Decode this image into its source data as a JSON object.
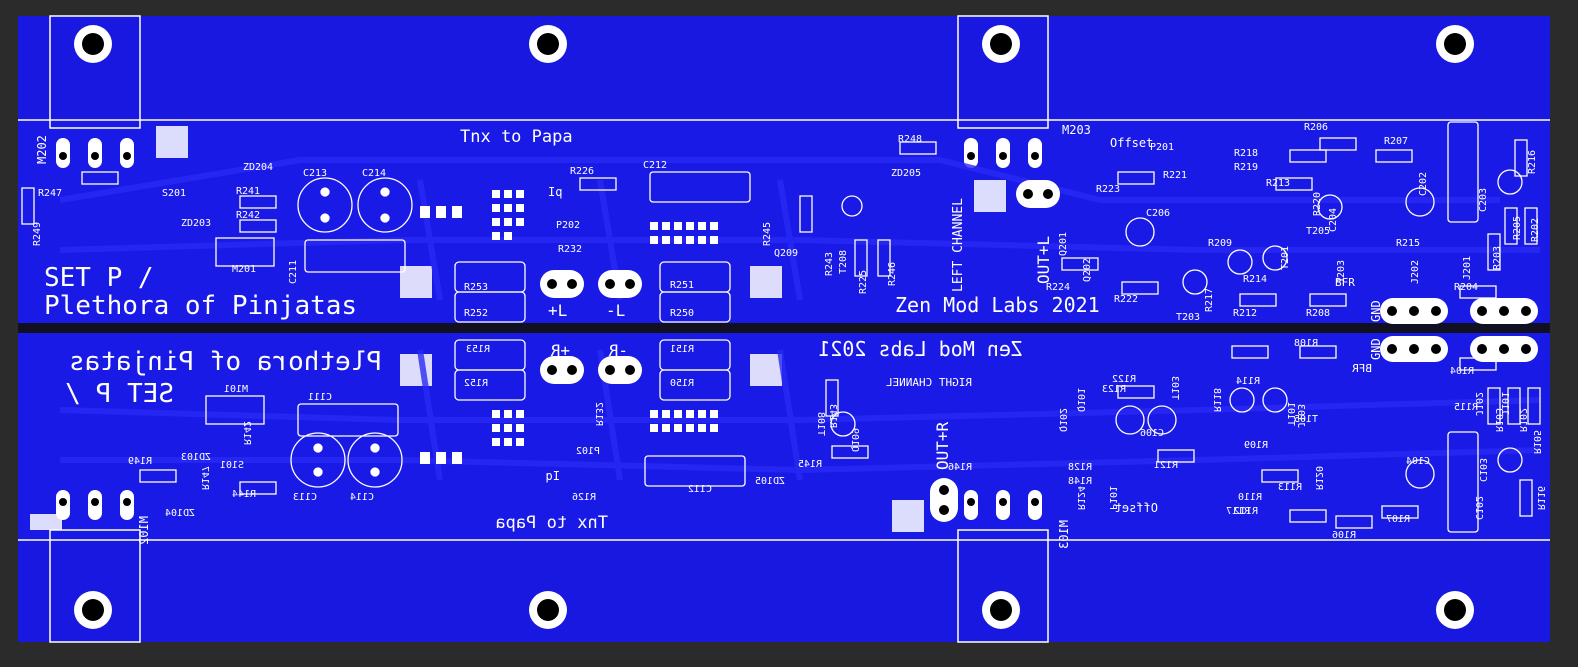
{
  "board": {
    "colors": {
      "background": "#2b2b2b",
      "copper": "#1a1ae6",
      "trace": "#2626f2",
      "silkscreen": "#ffffff",
      "hole": "#000000"
    },
    "text_top": {
      "thanks": "Tnx to Papa",
      "set_title": "SET P /",
      "set_subtitle": "Plethora of Pinjatas",
      "maker": "Zen Mod Labs 2021",
      "channel": "LEFT CHANNEL",
      "output": "OUT+L",
      "offset": "Offset",
      "gnd": "GND",
      "bfr": "BFR",
      "plus_rail": "+L",
      "minus_rail": "-L",
      "iq": "Iq"
    },
    "text_bottom": {
      "thanks": "Tnx to Papa",
      "set_title": "SET P /",
      "set_subtitle": "Plethora of Pinjatas",
      "maker": "Zen Mod Labs 2021",
      "channel": "RIGHT CHANNEL",
      "output": "OUT+R",
      "offset": "Offset",
      "gnd": "GND",
      "bfr": "BFR",
      "plus_rail": "+R",
      "minus_rail": "-R",
      "iq": "Iq"
    },
    "modules": {
      "top_left": "M202",
      "top_mid": "M203",
      "bot_left": "M102",
      "bot_mid": "M103",
      "reg_top": "M201",
      "reg_bot": "M101"
    },
    "refs_top": [
      "R247",
      "R249",
      "S201",
      "R241",
      "R242",
      "C213",
      "C214",
      "C211",
      "ZD204",
      "ZD203",
      "R226",
      "C212",
      "R232",
      "P202",
      "R245",
      "R243",
      "Q209",
      "T208",
      "R225",
      "R246",
      "R248",
      "ZD205",
      "R253",
      "R252",
      "R251",
      "R250",
      "R224",
      "R223",
      "R222",
      "R221",
      "P201",
      "Q201",
      "Q202",
      "C206",
      "R206",
      "R207",
      "R213",
      "R218",
      "R219",
      "C204",
      "C202",
      "C203",
      "R216",
      "R205",
      "R202",
      "R203",
      "R215",
      "R214",
      "T201",
      "T203",
      "T205",
      "J203",
      "J202",
      "J201",
      "R212",
      "R208",
      "R204",
      "R220",
      "R209",
      "R217"
    ],
    "refs_bottom": [
      "R149",
      "R147",
      "S101",
      "R144",
      "R142",
      "C113",
      "C114",
      "C111",
      "ZD103",
      "ZD104",
      "R126",
      "C112",
      "R132",
      "P102",
      "R145",
      "R143",
      "Q109",
      "T108",
      "R146",
      "R128",
      "R148",
      "ZD105",
      "R153",
      "R152",
      "R151",
      "R150",
      "R124",
      "R123",
      "R122",
      "R121",
      "P101",
      "Q101",
      "Q102",
      "C106",
      "R106",
      "R107",
      "R113",
      "R110",
      "R112",
      "C104",
      "C102",
      "C103",
      "R116",
      "R105",
      "R102",
      "R103",
      "R115",
      "R114",
      "T101",
      "T103",
      "T105",
      "J103",
      "J102",
      "J101",
      "R108",
      "R104",
      "R120",
      "R109",
      "R117",
      "R118"
    ]
  }
}
